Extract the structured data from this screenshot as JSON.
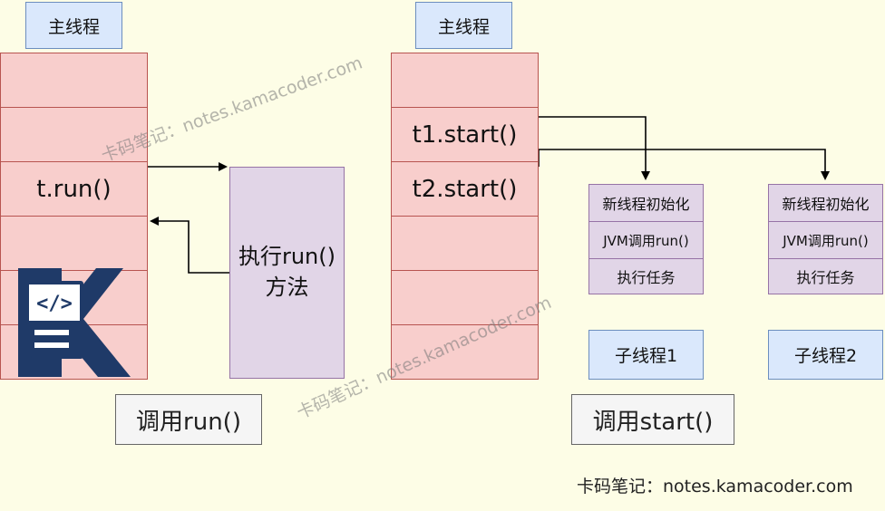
{
  "left": {
    "main_thread_label": "主线程",
    "cells": [
      "",
      "",
      "t.run()",
      "",
      "",
      ""
    ],
    "method_box": [
      "执行run()",
      "方法"
    ],
    "caption": "调用run()"
  },
  "right": {
    "main_thread_label": "主线程",
    "cells": [
      "",
      "t1.start()",
      "t2.start()",
      "",
      "",
      ""
    ],
    "caption": "调用start()",
    "child_threads": [
      {
        "steps": [
          "新线程初始化",
          "JVM调用run()",
          "执行任务"
        ],
        "label": "子线程1"
      },
      {
        "steps": [
          "新线程初始化",
          "JVM调用run()",
          "执行任务"
        ],
        "label": "子线程2"
      }
    ]
  },
  "watermark": "卡码笔记：notes.kamacoder.com",
  "footer": "卡码笔记：notes.kamacoder.com",
  "colors": {
    "background": "#fdfde6",
    "thread_label": "#dae8fc",
    "stack": "#f8cecc",
    "process": "#e1d5e7",
    "caption": "#f5f5f5",
    "logo": "#1f3a68"
  },
  "logo_icon": "kamacoder-logo-icon"
}
